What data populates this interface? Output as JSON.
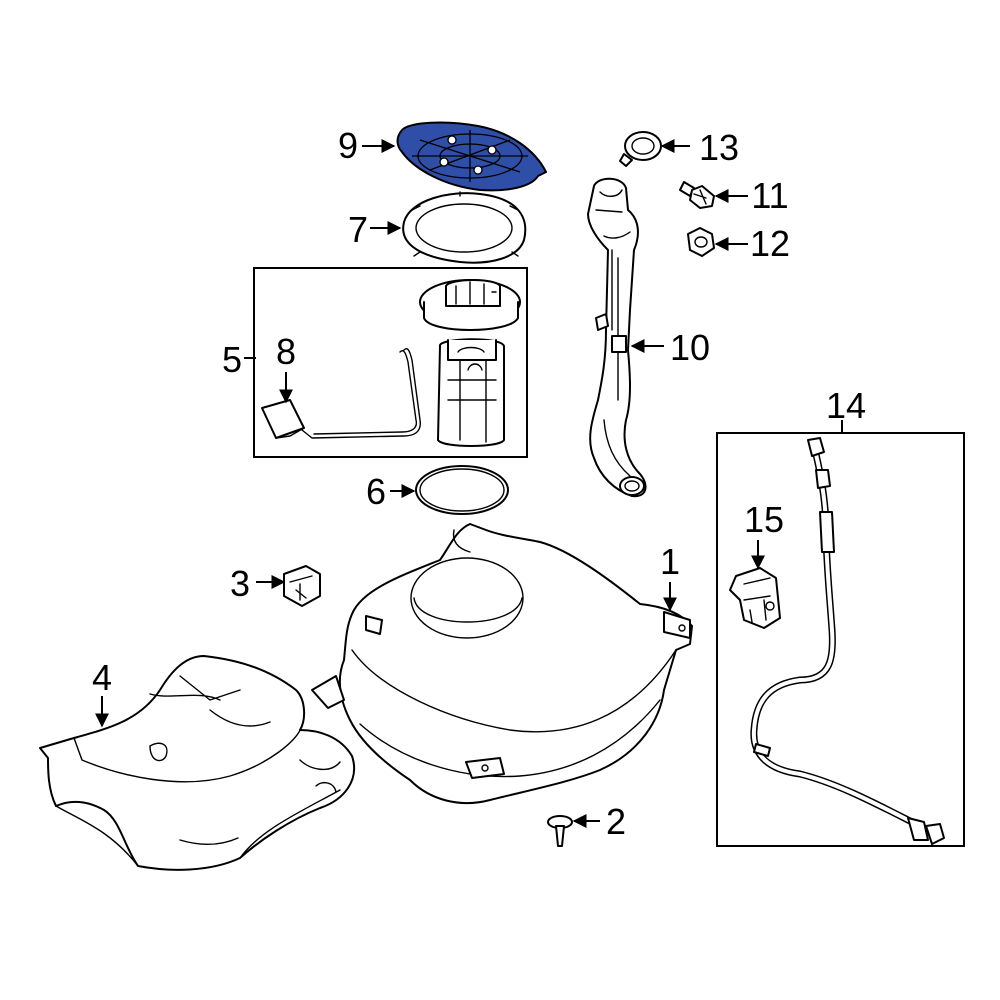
{
  "colors": {
    "line": "#000000",
    "background": "#ffffff",
    "highlight": "#2f4ea8"
  },
  "callouts": {
    "c1": "1",
    "c2": "2",
    "c3": "3",
    "c4": "4",
    "c5": "5",
    "c6": "6",
    "c7": "7",
    "c8": "8",
    "c9": "9",
    "c10": "10",
    "c11": "11",
    "c12": "12",
    "c13": "13",
    "c14": "14",
    "c15": "15"
  },
  "highlighted_callout": "9"
}
